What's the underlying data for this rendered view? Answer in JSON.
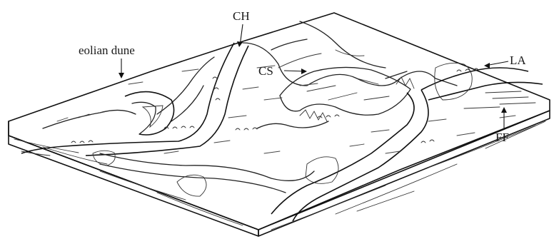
{
  "labels": {
    "eolian_dune": "eolian dune",
    "ch": "CH",
    "cs": "CS",
    "la": "LA",
    "ff": "FF"
  },
  "colors": {
    "ink": "#222222",
    "paper": "#ffffff",
    "stipple": "#6d6d6d"
  }
}
